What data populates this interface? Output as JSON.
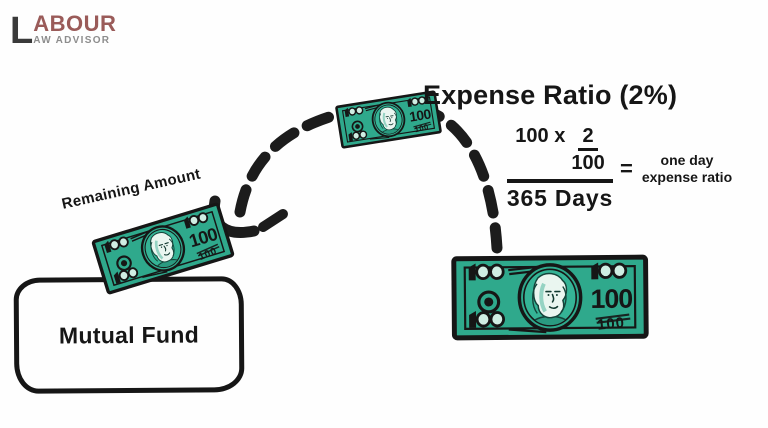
{
  "logo": {
    "initial": "L",
    "word_rest": "ABOUR",
    "subtitle": "AW ADVISOR"
  },
  "title": "Expense Ratio (2%)",
  "formula": {
    "numerator_prefix": "100 x",
    "inner_numerator": "2",
    "inner_denominator": "100",
    "denominator": "365 Days",
    "equals": "=",
    "result_line1": "one day",
    "result_line2": "expense ratio"
  },
  "diagram": {
    "remaining_amount_label": "Remaining Amount",
    "mutual_fund_label": "Mutual Fund",
    "arrow_style": "thick dashed arc from mutual fund bill up over to deducted bill"
  },
  "bill": {
    "denomination": "100"
  },
  "colors": {
    "bill_green": "#2fa98c",
    "bill_green_light": "#cfeee3",
    "ink": "#161616",
    "logo_maroon": "#9a5b59",
    "logo_gray": "#8d8d8d",
    "logo_initial_dark": "#3a3a3a",
    "background": "#fefefe"
  }
}
